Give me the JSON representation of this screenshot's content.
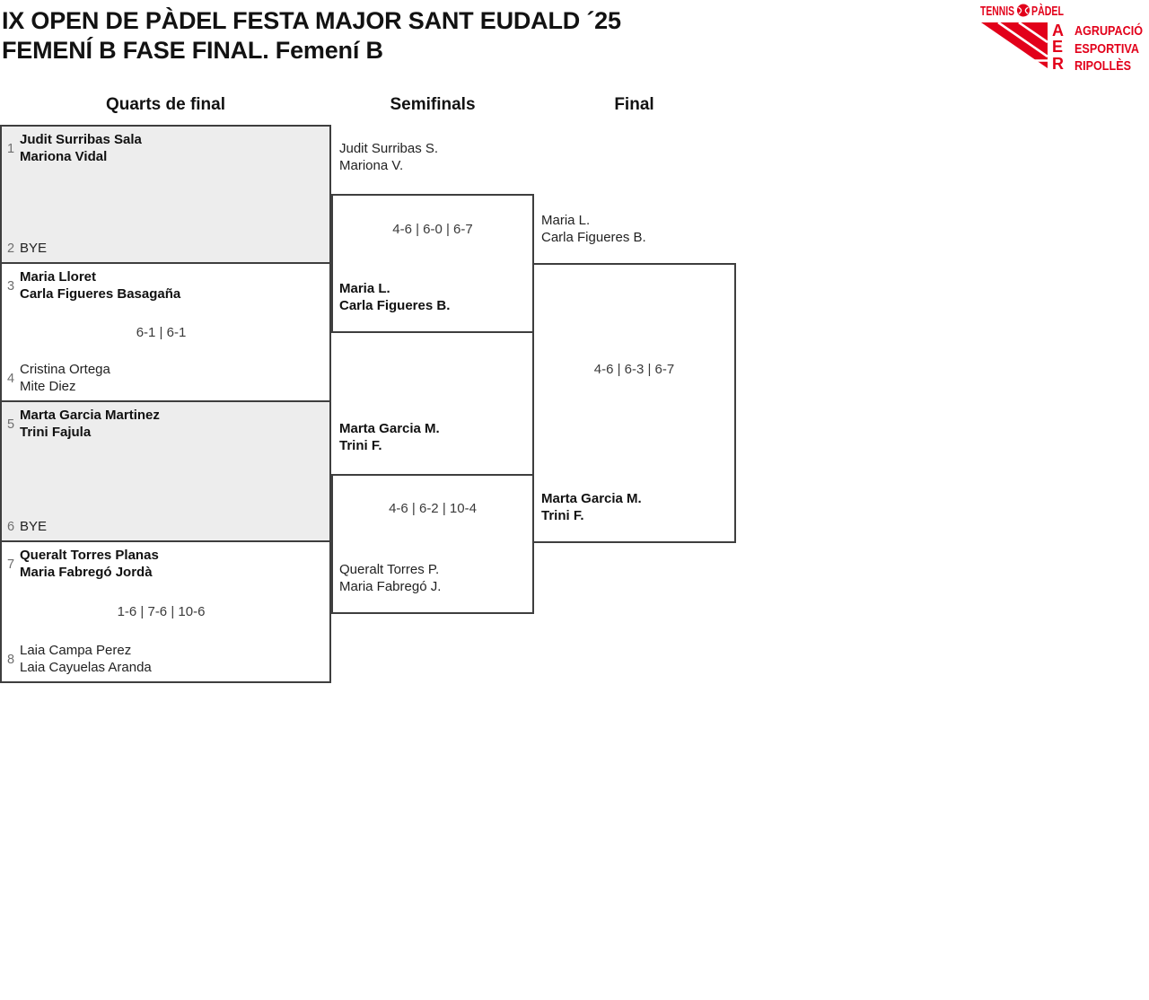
{
  "header": {
    "title_line1": "IX OPEN DE PÀDEL FESTA MAJOR SANT EUDALD ´25",
    "title_line2": "FEMENÍ B FASE FINAL. Femení B"
  },
  "logo": {
    "tennis": "TENNIS",
    "padel": "PÀDEL",
    "monogram": [
      "A",
      "E",
      "R"
    ],
    "org_line1": "AGRUPACIÓ",
    "org_line2": "ESPORTIVA",
    "org_line3": "RIPOLLÈS",
    "brand_color": "#e2001a"
  },
  "rounds": {
    "quarterfinals": "Quarts de final",
    "semifinals": "Semifinals",
    "final": "Final"
  },
  "quarterfinals": [
    {
      "seed_top": "1",
      "top": [
        "Judit Surribas Sala",
        "Mariona Vidal"
      ],
      "score": "",
      "seed_bottom": "2",
      "bottom": [
        "BYE"
      ]
    },
    {
      "seed_top": "3",
      "top": [
        "Maria Lloret",
        "Carla Figueres Basagaña"
      ],
      "score": "6-1 | 6-1",
      "seed_bottom": "4",
      "bottom": [
        "Cristina Ortega",
        "Mite Diez"
      ]
    },
    {
      "seed_top": "5",
      "top": [
        "Marta Garcia Martinez",
        "Trini Fajula"
      ],
      "score": "",
      "seed_bottom": "6",
      "bottom": [
        "BYE"
      ]
    },
    {
      "seed_top": "7",
      "top": [
        "Queralt Torres Planas",
        "Maria Fabregó Jordà"
      ],
      "score": "1-6 | 7-6 | 10-6",
      "seed_bottom": "8",
      "bottom": [
        "Laia Campa Perez",
        "Laia Cayuelas Aranda"
      ]
    }
  ],
  "semifinals": [
    {
      "top": [
        "Judit Surribas S.",
        "Mariona V."
      ],
      "score": "4-6 | 6-0 | 6-7",
      "bottom": [
        "Maria L.",
        "Carla Figueres B."
      ]
    },
    {
      "top": [
        "Marta Garcia M.",
        "Trini F."
      ],
      "score": "4-6 | 6-2 | 10-4",
      "bottom": [
        "Queralt Torres P.",
        "Maria Fabregó J."
      ]
    }
  ],
  "final": {
    "top": [
      "Maria L.",
      "Carla Figueres B."
    ],
    "score": "4-6 | 6-3 | 6-7",
    "winner": [
      "Marta Garcia M.",
      "Trini F."
    ]
  }
}
